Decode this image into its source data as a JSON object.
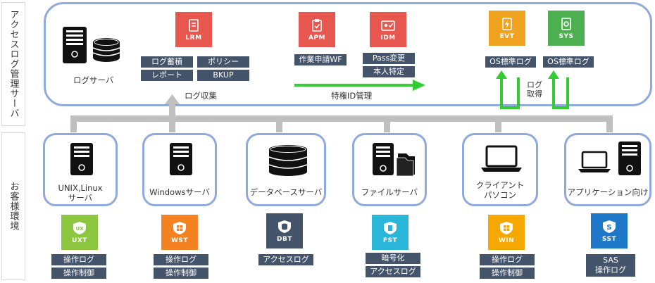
{
  "side_labels": {
    "management": "アクセスログ管理サーバ",
    "customer": "お客様環境"
  },
  "server": {
    "label": "ログサーバ"
  },
  "lrm": {
    "code": "LRM",
    "tags": [
      "ログ蓄積",
      "ポリシー",
      "レポート",
      "BKUP"
    ],
    "caption": "ログ収集"
  },
  "apm": {
    "code": "APM",
    "tags": [
      "作業申請WF"
    ]
  },
  "idm": {
    "code": "IDM",
    "tags": [
      "Pass変更",
      "本人特定"
    ]
  },
  "privilege_caption": "特権ID管理",
  "evt": {
    "code": "EVT",
    "tag": "OS標準ログ"
  },
  "sys": {
    "code": "SYS",
    "tag": "OS標準ログ"
  },
  "acquire_caption": "ログ\n取得",
  "environments": [
    {
      "label": "UNIX,Linux\nサーバ",
      "code": "UXT",
      "tags": [
        "操作ログ",
        "操作制御"
      ]
    },
    {
      "label": "Windowsサーバ",
      "code": "WST",
      "tags": [
        "操作ログ",
        "操作制御"
      ]
    },
    {
      "label": "データベースサーバ",
      "code": "DBT",
      "tags": [
        "アクセスログ"
      ]
    },
    {
      "label": "ファイルサーバ",
      "code": "FST",
      "tags": [
        "暗号化",
        "アクセスログ"
      ]
    },
    {
      "label": "クライアント\nパソコン",
      "code": "WIN",
      "tags": [
        "操作ログ",
        "操作制御"
      ]
    },
    {
      "label": "アプリケーション向け",
      "code": "SST",
      "tags": [
        "SAS\n操作ログ"
      ]
    }
  ],
  "colors": {
    "lrm_red": "#e8574f",
    "evt_orange": "#f0a221",
    "sys_green": "#4caf50",
    "agent_green": "#8dc63f",
    "agent_orange": "#f58220",
    "dbt_navy": "#44546a",
    "fst_cyan": "#29b6d8",
    "win_yellow": "#f5a800",
    "sst_blue": "#1e78c8",
    "arrow_green": "#33cc33",
    "connector_gray": "#bfbfbf",
    "box_border": "#8faadc",
    "tag_bg": "#44546a"
  }
}
